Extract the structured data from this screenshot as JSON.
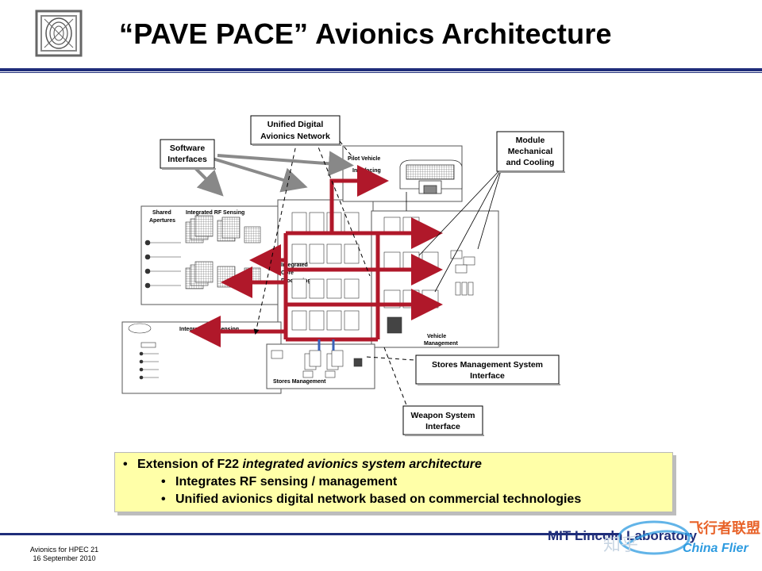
{
  "header": {
    "title": "“PAVE PACE”  Avionics Architecture"
  },
  "diagram": {
    "callouts": {
      "unified_network": [
        "Unified Digital",
        "Avionics Network"
      ],
      "software_interfaces": [
        "Software",
        "Interfaces"
      ],
      "module_mechanical": [
        "Module",
        "Mechanical",
        "and Cooling"
      ],
      "stores_mgmt_interface": [
        "Stores Management System",
        "Interface"
      ],
      "weapon_system_interface": [
        "Weapon System",
        "Interface"
      ]
    },
    "labels": {
      "pilot_vehicle": [
        "Pilot Vehicle",
        "Interfacing"
      ],
      "shared_apertures": [
        "Shared",
        "Apertures"
      ],
      "integrated_rf": "Integrated RF Sensing",
      "integrated_core": [
        "Integrated",
        "Core",
        "Processing"
      ],
      "integrated_eo": "Integrated EO Sensing",
      "vehicle_mgmt": [
        "Vehicle",
        "Management"
      ],
      "stores_mgmt": "Stores Management"
    }
  },
  "callout_box": {
    "line1_prefix": "Extension of F22 ",
    "line1_italic": "integrated avionics system architecture",
    "line2": "Integrates RF sensing / management",
    "line3": "Unified avionics digital network based on commercial technologies"
  },
  "footer": {
    "left_line1": "Avionics for HPEC  21",
    "left_line2": "16 September 2010",
    "right": "MIT Lincoln Laboratory",
    "watermark_cn": "飞行者联盟",
    "watermark_en": "China Flier",
    "watermark_zh": "知乎"
  },
  "colors": {
    "accent": "#1f2d7a",
    "bus_red": "#b0182a",
    "callout_bg": "#ffffa8"
  }
}
